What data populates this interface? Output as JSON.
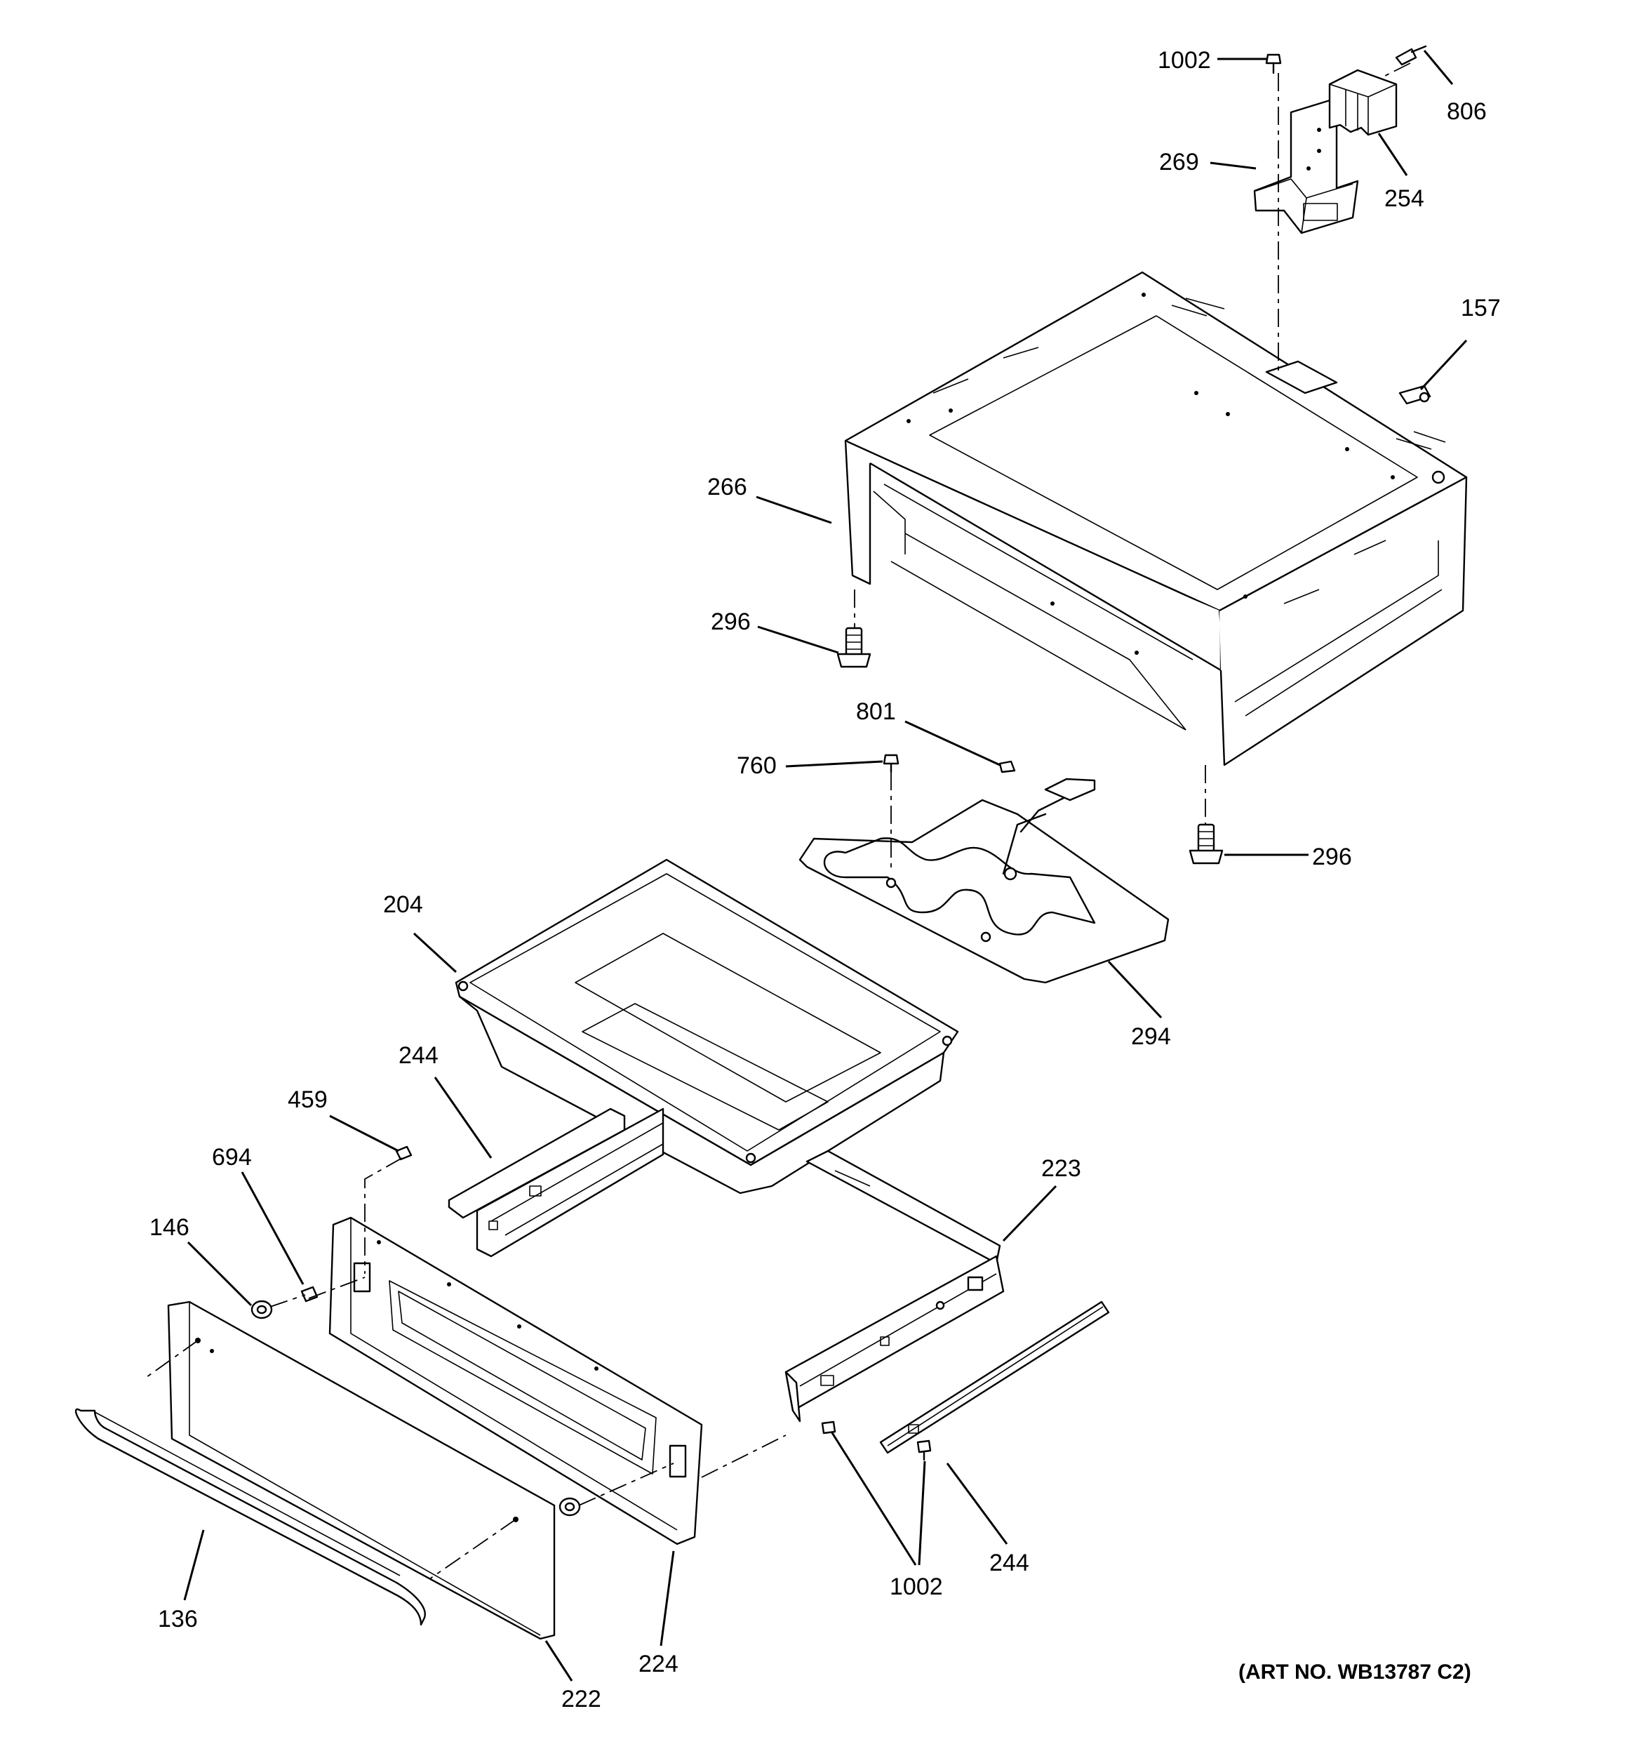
{
  "labels": {
    "p1002_top": "1002",
    "p806": "806",
    "p269": "269",
    "p254": "254",
    "p157": "157",
    "p266": "266",
    "p296_left": "296",
    "p801": "801",
    "p760": "760",
    "p296_right": "296",
    "p204": "204",
    "p294": "294",
    "p244_top": "244",
    "p459": "459",
    "p694": "694",
    "p223": "223",
    "p146": "146",
    "p136": "136",
    "p224": "224",
    "p222": "222",
    "p1002_bottom": "1002",
    "p244_bottom": "244"
  },
  "art_number": "(ART NO. WB13787 C2)"
}
